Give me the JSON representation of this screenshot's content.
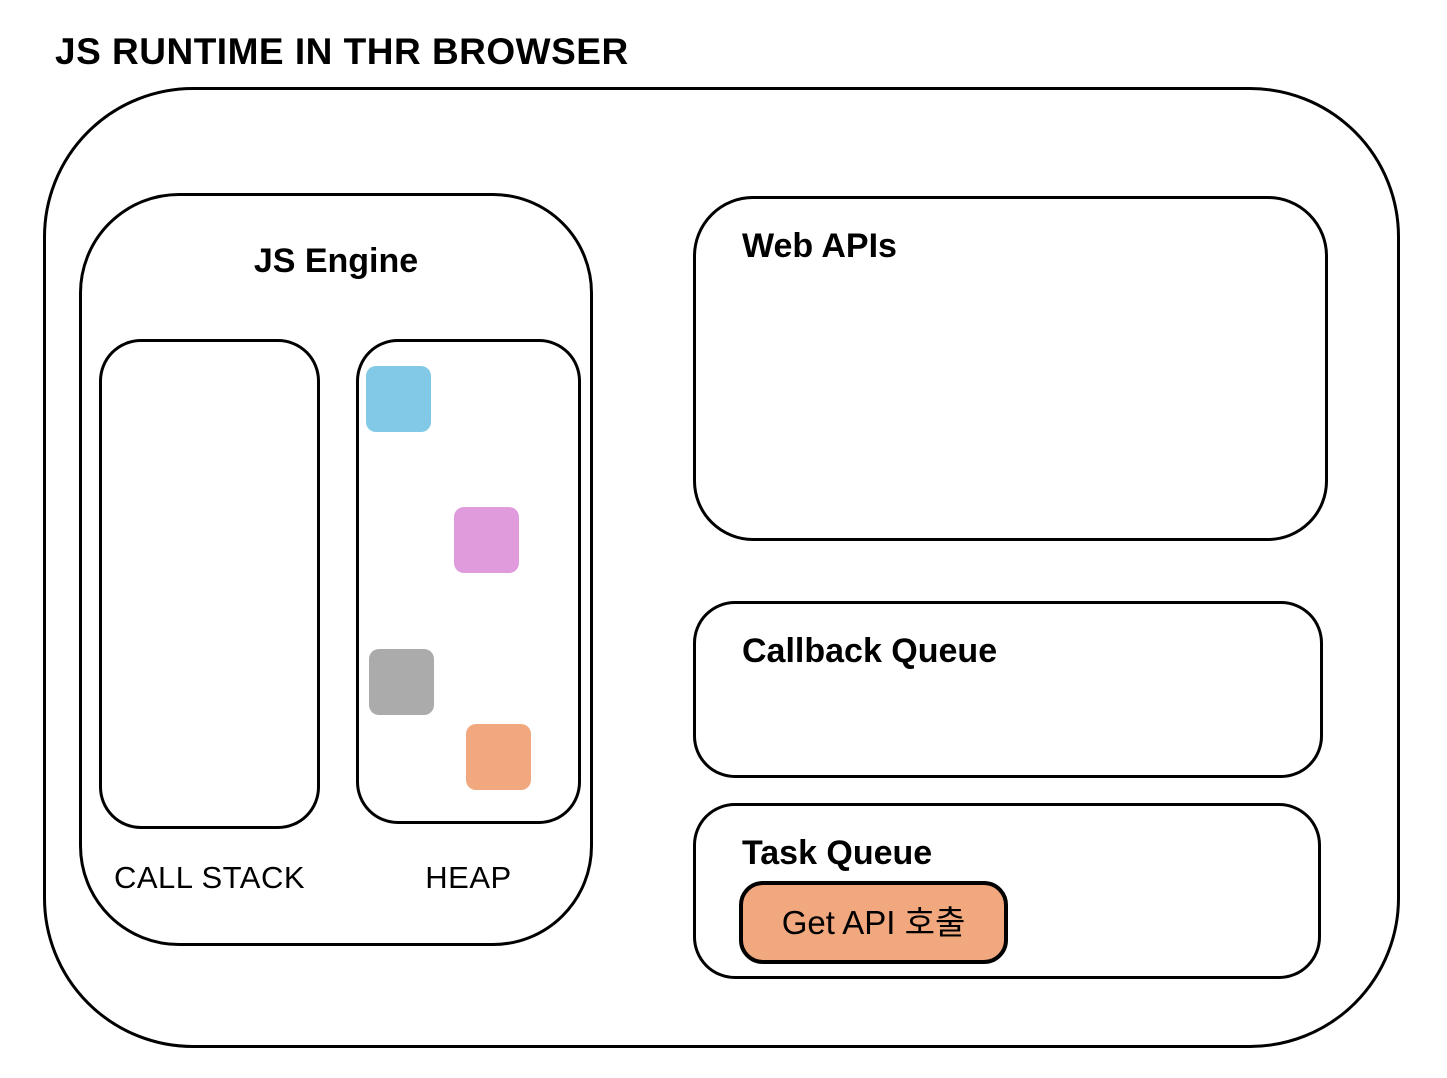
{
  "title": "JS RUNTIME IN THR BROWSER",
  "js_engine": {
    "label": "JS Engine",
    "call_stack": {
      "label": "CALL STACK"
    },
    "heap": {
      "label": "HEAP",
      "items": [
        {
          "name": "blue-object",
          "color": "#82C9E8"
        },
        {
          "name": "pink-object",
          "color": "#E09BDC"
        },
        {
          "name": "gray-object",
          "color": "#ABABAB"
        },
        {
          "name": "orange-object",
          "color": "#F2A87E"
        }
      ]
    }
  },
  "web_apis": {
    "label": "Web APIs"
  },
  "callback_queue": {
    "label": "Callback Queue"
  },
  "task_queue": {
    "label": "Task Queue",
    "task": {
      "label": "Get API 호출",
      "fill_color": "#F2A87E"
    }
  },
  "colors": {
    "stroke": "#000000",
    "background": "#FFFFFF"
  }
}
